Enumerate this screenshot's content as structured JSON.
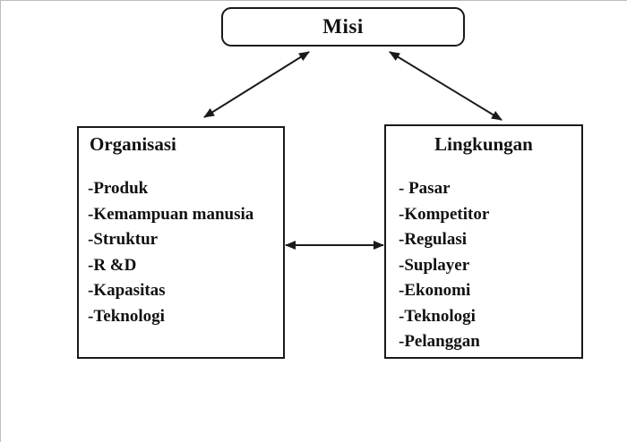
{
  "diagram": {
    "mission": {
      "label": "Misi"
    },
    "organization": {
      "title": "Organisasi",
      "items": [
        "-Produk",
        "-Kemampuan manusia",
        "-Struktur",
        "-R &D",
        "-Kapasitas",
        "-Teknologi"
      ]
    },
    "environment": {
      "title": "Lingkungan",
      "items": [
        "- Pasar",
        "-Kompetitor",
        "-Regulasi",
        "-Suplayer",
        "-Ekonomi",
        "-Teknologi",
        "-Pelanggan"
      ]
    },
    "colors": {
      "line": "#1a1a1a",
      "background": "#ffffff",
      "text": "#111111"
    }
  }
}
